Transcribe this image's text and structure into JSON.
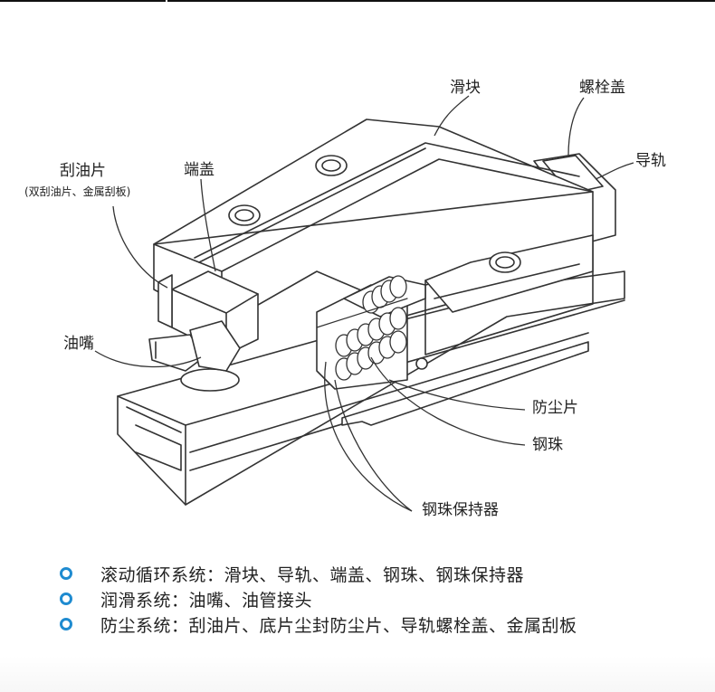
{
  "labels": {
    "slider": "滑块",
    "bolt_cap": "螺栓盖",
    "rail": "导轨",
    "scraper": "刮油片",
    "scraper_note": "(双刮油片、金属刮板)",
    "end_cap": "端盖",
    "grease_nipple": "油嘴",
    "dust_seal": "防尘片",
    "steel_ball": "钢珠",
    "ball_retainer": "钢珠保持器"
  },
  "legend": [
    {
      "text": "滚动循环系统：滑块、导轨、端盖、钢珠、钢珠保持器"
    },
    {
      "text": "润滑系统：油嘴、油管接头"
    },
    {
      "text": "防尘系统：刮油片、底片尘封防尘片、导轨螺栓盖、金属刮板"
    }
  ],
  "colors": {
    "bullet": "#1f8bd0",
    "line": "#333333"
  }
}
